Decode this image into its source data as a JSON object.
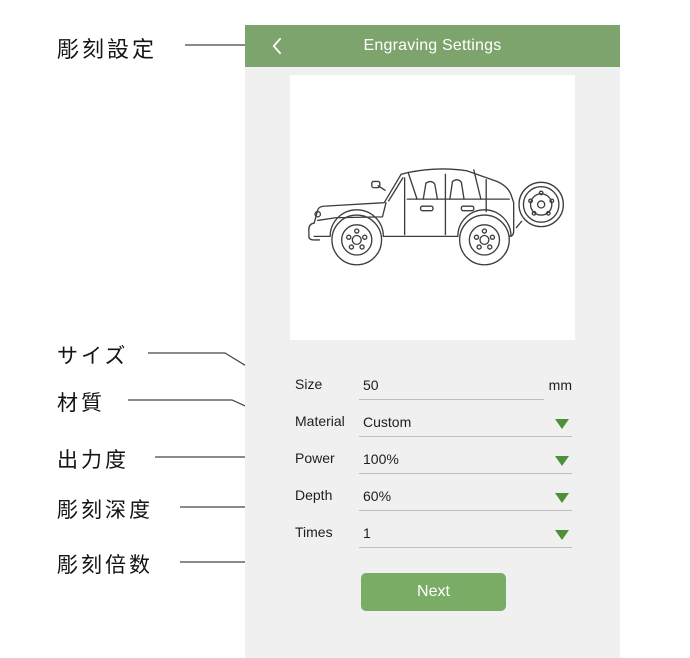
{
  "annotations": {
    "engraving_settings": "彫刻設定",
    "size": "サイズ",
    "material": "材質",
    "power": "出力度",
    "depth": "彫刻深度",
    "times": "彫刻倍数"
  },
  "app": {
    "header": {
      "title": "Engraving Settings",
      "back_icon": "chevron-left"
    },
    "preview": {
      "image": "jeep-line-drawing"
    },
    "form": {
      "rows": [
        {
          "label": "Size",
          "value": "50",
          "unit": "mm",
          "type": "text-input"
        },
        {
          "label": "Material",
          "value": "Custom",
          "type": "dropdown"
        },
        {
          "label": "Power",
          "value": "100%",
          "type": "dropdown"
        },
        {
          "label": "Depth",
          "value": "60%",
          "type": "dropdown"
        },
        {
          "label": "Times",
          "value": "1",
          "type": "dropdown"
        }
      ],
      "next_label": "Next"
    },
    "colors": {
      "header_green": "#7DA46C",
      "button_green": "#7BAC65",
      "triangle_green": "#4E8F3A",
      "body_bg": "#F0F0F0",
      "underline": "#BDBDBD"
    }
  }
}
